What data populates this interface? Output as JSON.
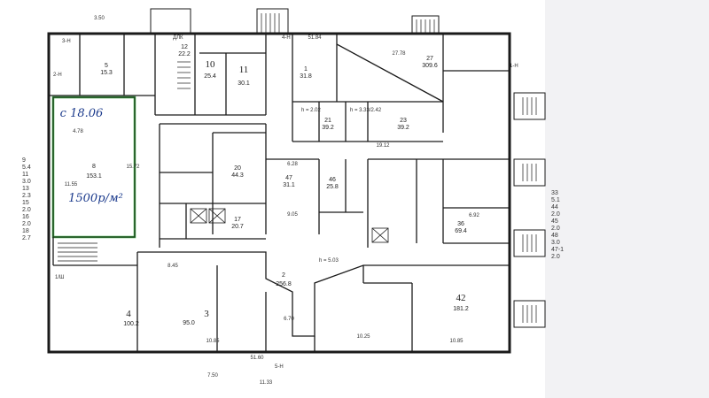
{
  "rooms": [
    {
      "id": "r8",
      "number": "8",
      "area": "153.1"
    },
    {
      "id": "r2",
      "number": "2",
      "area": "256.8"
    },
    {
      "id": "r3",
      "number": "3",
      "area": "95.0"
    },
    {
      "id": "r4",
      "number": "4",
      "area": "100.2"
    },
    {
      "id": "r42",
      "number": "42",
      "area": "181.2"
    },
    {
      "id": "r27",
      "number": "27",
      "area": "309.6"
    },
    {
      "id": "r1",
      "number": "1",
      "area": "31.8"
    },
    {
      "id": "r20",
      "number": "20",
      "area": "44.3"
    },
    {
      "id": "r47",
      "number": "47",
      "area": "31.1"
    },
    {
      "id": "r46",
      "number": "46",
      "area": "25.8"
    },
    {
      "id": "r36",
      "number": "36",
      "area": "69.4"
    },
    {
      "id": "r11",
      "number": "11",
      "area": "30.1"
    },
    {
      "id": "r10",
      "number": "10",
      "area": "25.4"
    },
    {
      "id": "r12",
      "number": "12",
      "area": "22.2"
    },
    {
      "id": "r21",
      "number": "21",
      "area": "39.2"
    },
    {
      "id": "r23",
      "number": "23",
      "area": "39.2"
    },
    {
      "id": "r5",
      "number": "5",
      "area": "15.3"
    },
    {
      "id": "r17",
      "number": "17",
      "area": "20.7"
    }
  ],
  "handwriting": {
    "date_note": "c 18.06",
    "price_note": "1500p/м²"
  },
  "heights": {
    "h1": "h = 2.02",
    "h2": "h = 3.33/2.42",
    "h3": "h = 5.03"
  },
  "dimensions": {
    "d_top1": "3.50",
    "d_top2": "51.84",
    "d_top3": "27.78",
    "d_left1": "4.78",
    "d_left2": "15.72",
    "d_left3": "11.55",
    "d_bottom1": "51.60",
    "d_bottom2": "11.33",
    "d_bottom3": "7.50",
    "d_mid1": "8.45",
    "d_mid2": "6.70",
    "d_mid3": "10.85",
    "d_mid4": "10.25",
    "d_mid5": "10.85",
    "d_r1": "6.28",
    "d_r2": "9.05",
    "d_r3": "19.12",
    "d_r4": "6.92"
  },
  "labels": {
    "l1": "1-Н",
    "l2": "2-Н",
    "l3": "3-Н",
    "l4": "4-Н",
    "l5": "5-Н",
    "l6": "ДЛК",
    "l7": "1/Ш"
  },
  "legend_left": [
    {
      "n": "9",
      "v": "5.4"
    },
    {
      "n": "11",
      "v": "3.0"
    },
    {
      "n": "13",
      "v": "2.3"
    },
    {
      "n": "15",
      "v": "2.0"
    },
    {
      "n": "16",
      "v": "2.0"
    },
    {
      "n": "18",
      "v": "2.7"
    }
  ],
  "legend_right": [
    {
      "n": "33",
      "v": "5.1"
    },
    {
      "n": "44",
      "v": "2.0"
    },
    {
      "n": "45",
      "v": "2.0"
    },
    {
      "n": "48",
      "v": "3.0"
    },
    {
      "n": "47-1",
      "v": "2.0"
    }
  ],
  "colors": {
    "wall": "#1a1a1a",
    "highlight": "#3cb043",
    "ink": "#1b3a8c"
  }
}
